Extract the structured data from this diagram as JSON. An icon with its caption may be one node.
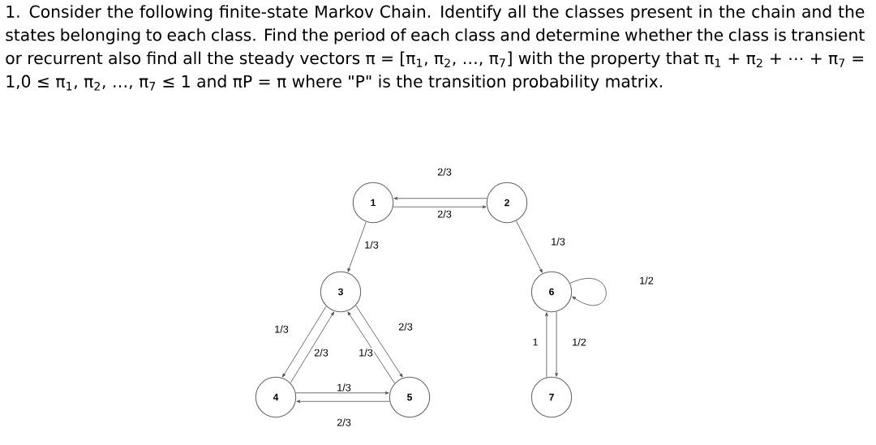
{
  "diagram": {
    "title": "1. Consider the following finite-state Markov Chain. Identify all the classes present in the chain and the states belonging to each class. Find the period of each class and determine whether the class is transient or recurrent also find all the steady vectors π = [π$_{1}$, π$_{2}$, …, π$_{7}$] with the property that π$_{1}$ + π$_{2}$ + ⋯ + π$_{7}$ = 1,0 ≤ π$_{1}$, π$_{2}$, …, π$_{7}$ ≤ 1 and πP = π where \"P\" is the transition probability matrix.",
    "nodes": [
      {
        "text": [
          "1"
        ]
      },
      {
        "text": [
          "2"
        ]
      },
      {
        "text": [
          "3"
        ]
      },
      {
        "text": [
          "4"
        ]
      },
      {
        "text": [
          "5"
        ]
      },
      {
        "text": [
          "6"
        ]
      },
      {
        "text": [
          "7"
        ]
      }
    ],
    "edges": [
      {
        "from": 1,
        "to": 0,
        "arrow": "to",
        "label": "2/3"
      },
      {
        "from": 0,
        "to": 1,
        "arrow": "to",
        "label": "2/3"
      },
      {
        "from": 0,
        "to": 2,
        "arrow": "to",
        "label": "1/3"
      },
      {
        "from": 1,
        "to": 5,
        "arrow": "to",
        "label": "1/3"
      },
      {
        "from": 2,
        "to": 3,
        "arrow": "to",
        "label": "1/3"
      },
      {
        "from": 3,
        "to": 2,
        "arrow": "to",
        "label": "2/3"
      },
      {
        "from": 2,
        "to": 4,
        "arrow": "to",
        "label": "2/3"
      },
      {
        "from": 4,
        "to": 2,
        "arrow": "to",
        "label": "1/3"
      },
      {
        "from": 3,
        "to": 4,
        "arrow": "to",
        "label": "1/3"
      },
      {
        "from": 4,
        "to": 3,
        "arrow": "to",
        "label": "2/3"
      },
      {
        "from": 5,
        "to": 5,
        "arrow": "to",
        "label": "1/2"
      },
      {
        "from": 5,
        "to": 6,
        "arrow": "to",
        "label": "1/2"
      },
      {
        "from": 6,
        "to": 5,
        "arrow": "to",
        "label": "1"
      }
    ]
  }
}
